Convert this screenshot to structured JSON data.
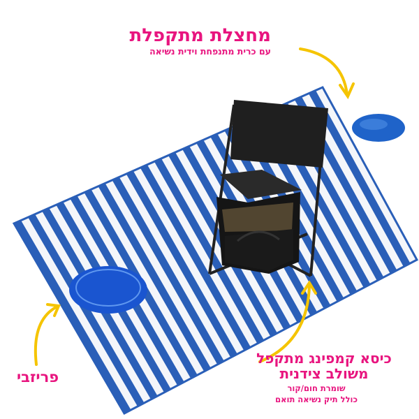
{
  "labels": {
    "mat_title": "מחצלת מתקפלת",
    "mat_subtitle": "עם כרית מתנפחת וידית נשיאה",
    "chair_title": "כיסא קמפינג מתקפל משולב צידנית",
    "chair_line1": "שומרת חום/קור",
    "chair_line2": "כולל תיק נשיאה תואם",
    "frisbee": "פריזבי"
  },
  "colors": {
    "accent": "#e8157f",
    "arrow": "#f5c400",
    "stripe": "#2a5fb8",
    "chair": "#1c1c1c"
  },
  "mat_stripes": 22
}
